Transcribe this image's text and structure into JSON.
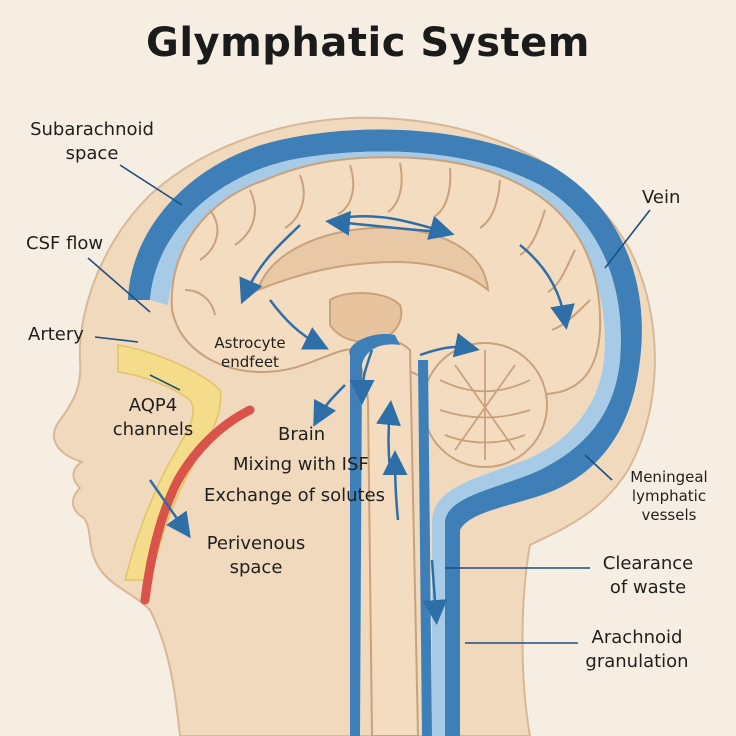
{
  "title": "Glymphatic System",
  "labels": {
    "subarachnoid_space": [
      "Subarachnoid",
      "space"
    ],
    "csf_flow": "CSF flow",
    "artery": "Artery",
    "aqp4_channels": [
      "AQP4",
      "channels"
    ],
    "astrocyte_endfeet": [
      "Astrocyte",
      "endfeet"
    ],
    "brain": "Brain",
    "mixing_with_isf": "Mixing with ISF",
    "exchange_of_solutes": "Exchange of solutes",
    "perivenous_space": [
      "Perivenous",
      "space"
    ],
    "vein": "Vein",
    "meningeal_lymphatic_vessels": [
      "Meningeal",
      "lymphatic",
      "vessels"
    ],
    "clearance_of_waste": [
      "Clearance",
      "of waste"
    ],
    "arachnoid_granulation": [
      "Arachnoid",
      "granulation"
    ]
  },
  "colors": {
    "background": "#f6eee2",
    "skin": "#f0d9bd",
    "brain": "#f3dcc0",
    "csf_blue": "#3f7fb8",
    "light_blue": "#8fbfe0",
    "artery_red": "#d9534a",
    "perivascular_yellow": "#f4dc8a"
  }
}
